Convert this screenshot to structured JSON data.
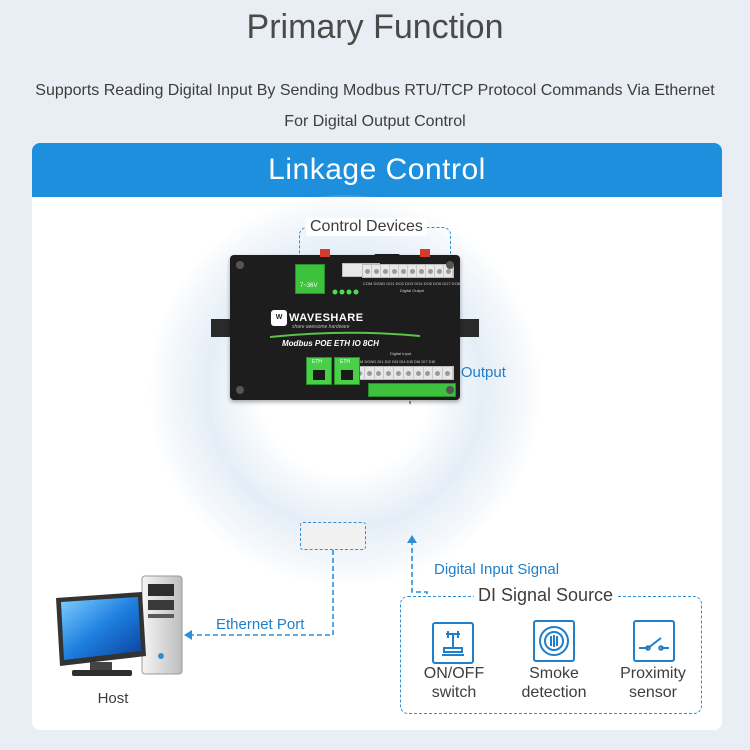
{
  "header": {
    "title": "Primary Function",
    "subtitle_line1": "Supports Reading Digital Input By Sending Modbus RTU/TCP Protocol Commands Via Ethernet",
    "subtitle_line2": "For Digital Output Control"
  },
  "panel": {
    "title": "Linkage Control",
    "control_devices_label": "Control Devices",
    "digital_output_label": "Digital Output",
    "digital_input_label": "Digital Input Signal",
    "ethernet_port_label": "Ethernet Port",
    "di_source_label": "DI Signal Source",
    "host_label": "Host",
    "device": {
      "voltage": "7~36V",
      "brand": "WAVESHARE",
      "tagline": "share awesome hardware",
      "model": "Modbus POE ETH IO 8CH",
      "output_caption": "Digital Output",
      "input_caption": "Digital Input",
      "output_pins": "COM DGND DO1 DO2 DO3 DO4 DO5 DO6 DO7 DO8",
      "input_pins": "COM DGND DI1 DI2 DI3 DI4 DI5 DI6 DI7 DI8",
      "eth_label_1": "ETH",
      "eth_label_2": "ETH"
    },
    "di_sources": [
      {
        "line1": "ON/OFF",
        "line2": "switch",
        "icon": "switch-icon"
      },
      {
        "line1": "Smoke",
        "line2": "detection",
        "icon": "smoke-detector-icon"
      },
      {
        "line1": "Proximity",
        "line2": "sensor",
        "icon": "proximity-sensor-icon"
      }
    ]
  },
  "colors": {
    "accent": "#1e8fdc",
    "label_blue": "#1f7fca",
    "text": "#3d3d3d",
    "background": "#e8eef3"
  }
}
